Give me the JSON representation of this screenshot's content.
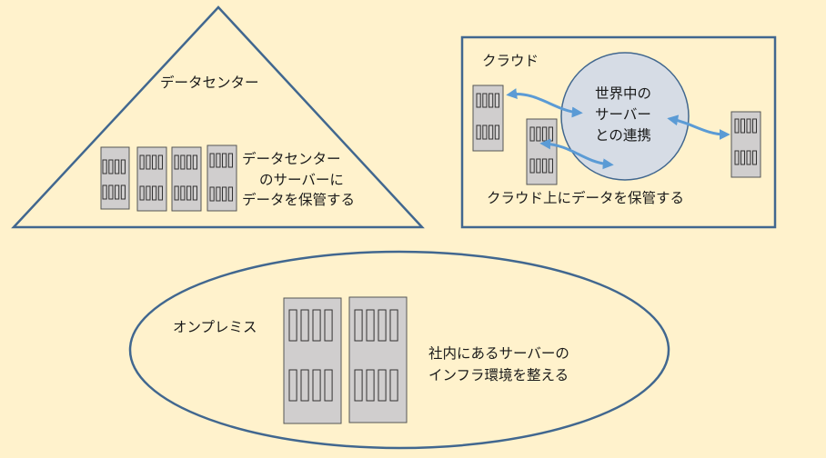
{
  "datacenter": {
    "title": "データセンター",
    "desc": [
      "データセンター",
      "のサーバーに",
      "データを保管する"
    ]
  },
  "cloud": {
    "title": "クラウド",
    "hub": [
      "世界中の",
      "サーバー",
      "との連携"
    ],
    "desc": "クラウド上にデータを保管する"
  },
  "onpremise": {
    "title": "オンプレミス",
    "desc": [
      "社内にあるサーバーの",
      "インフラ環境を整える"
    ]
  },
  "colors": {
    "background": "#FFF2CC",
    "outline": "#41678F",
    "server_fill": "#D0CECE",
    "hub_fill": "#D6DCE5",
    "arrow": "#5B9BD5"
  }
}
